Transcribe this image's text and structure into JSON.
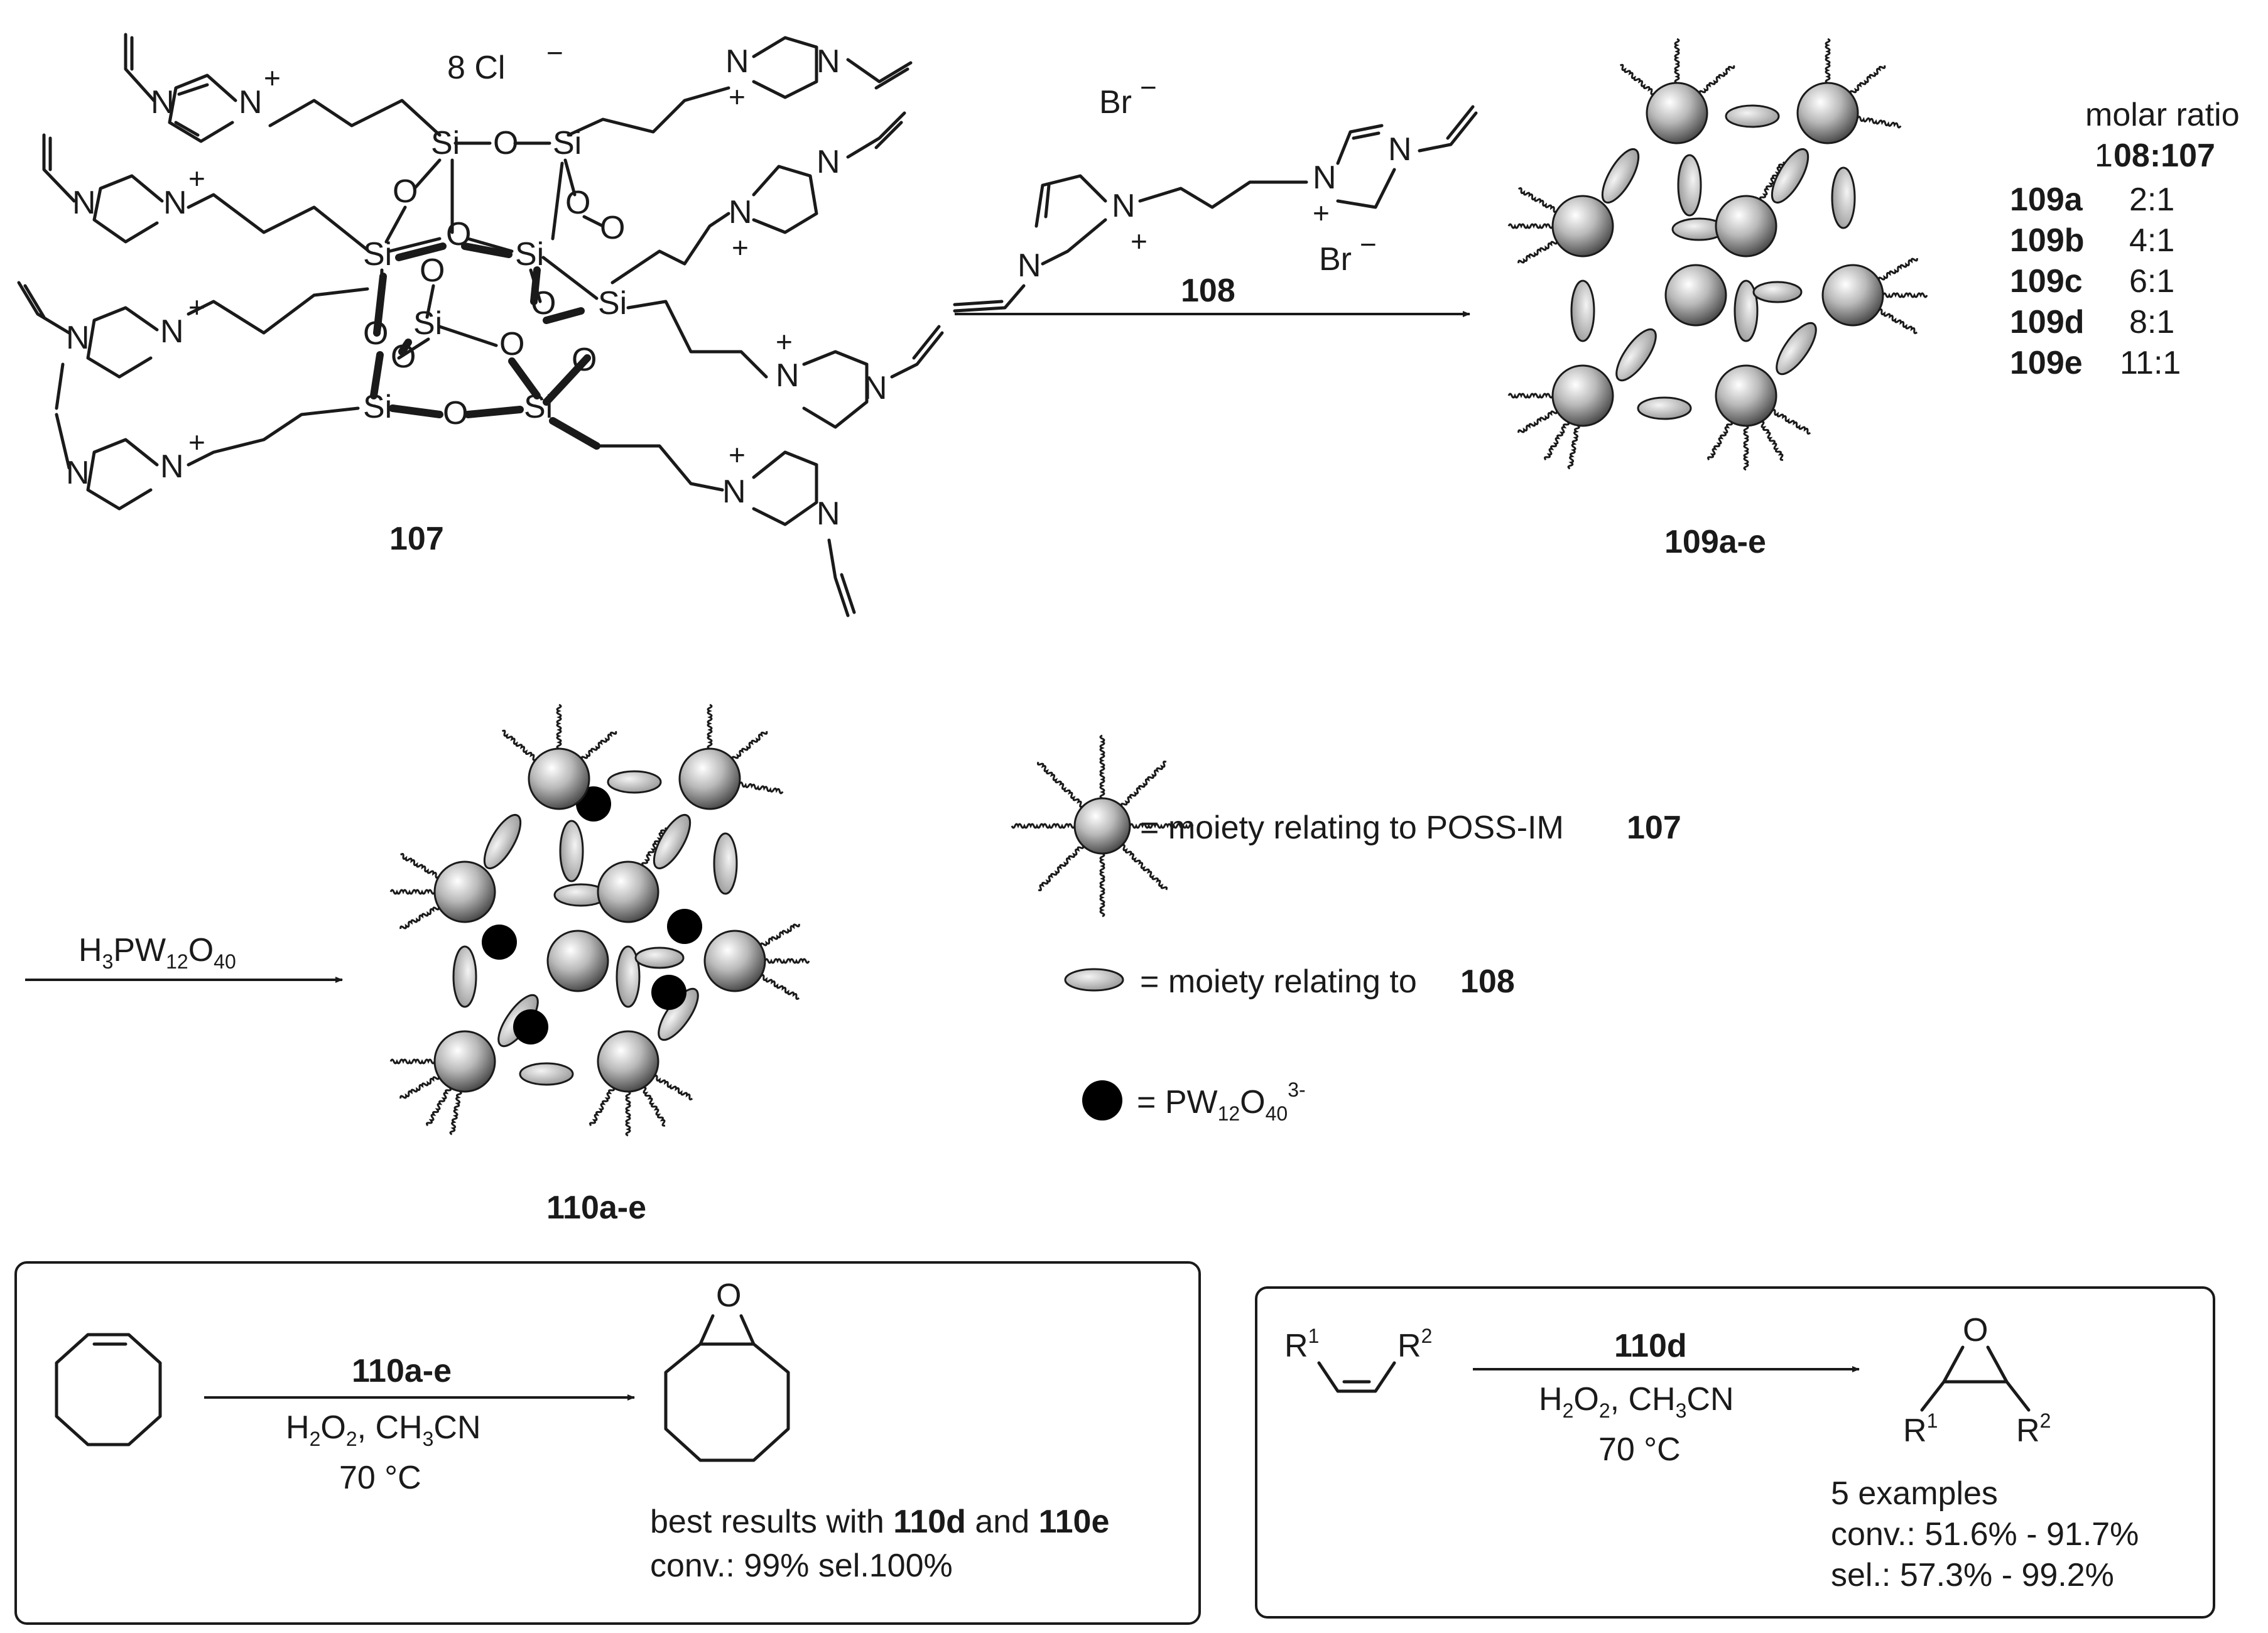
{
  "compounds": {
    "c107": "107",
    "c108": "108",
    "c109": "109a-e",
    "c110": "110a-e"
  },
  "labels_107": {
    "counterion": "8 Cl",
    "counterion_charge": "−",
    "si": "Si",
    "o": "O",
    "n": "N",
    "plus": "+"
  },
  "reagent_108": {
    "br": "Br",
    "br_charge": "−"
  },
  "molar_ratio": {
    "header": "molar ratio",
    "sub_header_prefix": "1",
    "sub_header_bold": "08:107",
    "rows": [
      {
        "name": "109a",
        "ratio": "2:1"
      },
      {
        "name": "109b",
        "ratio": "4:1"
      },
      {
        "name": "109c",
        "ratio": "6:1"
      },
      {
        "name": "109d",
        "ratio": "8:1"
      },
      {
        "name": "109e",
        "ratio": "11:1"
      }
    ]
  },
  "step2": {
    "reagent_h": "H",
    "reagent_h_sub": "3",
    "reagent_pw": "PW",
    "reagent_pw_sub": "12",
    "reagent_o": "O",
    "reagent_o_sub": "40"
  },
  "legend": {
    "poss_text": "= moiety relating to  POSS-IM ",
    "poss_bold": "107",
    "linker_text": "= moiety relating to ",
    "linker_bold": "108",
    "pw_text": "= PW",
    "pw_sub1": "12",
    "pw_o": "O",
    "pw_sub2": "40",
    "pw_sup": "3-"
  },
  "box_left": {
    "catalyst": "110a-e",
    "cond_h": "H",
    "cond_sub1": "2",
    "cond_o": "O",
    "cond_sub2": "2",
    "cond_rest": ", CH",
    "cond_sub3": "3",
    "cond_cn": "CN",
    "temp": "70 °C",
    "epoxide_o": "O",
    "result_prefix": "best results with ",
    "result_b1": "110d",
    "result_and": " and ",
    "result_b2": "110e",
    "result_line2": "conv.: 99% sel.100%"
  },
  "box_right": {
    "catalyst": "110d",
    "cond_h": "H",
    "cond_sub1": "2",
    "cond_o": "O",
    "cond_sub2": "2",
    "cond_rest": ", CH",
    "cond_sub3": "3",
    "cond_cn": "CN",
    "temp": "70 °C",
    "r": "R",
    "r1": "1",
    "r2": "2",
    "epoxide_o": "O",
    "examples": "5 examples",
    "conv": "conv.: 51.6% - 91.7%",
    "sel": "sel.: 57.3% - 99.2%"
  }
}
